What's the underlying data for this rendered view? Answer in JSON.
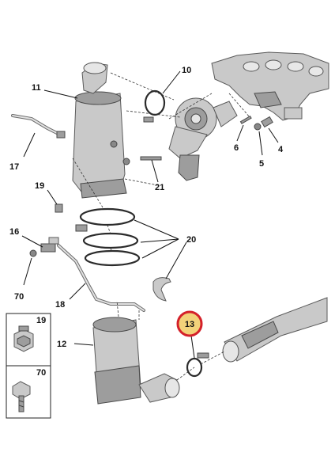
{
  "callouts": {
    "p4": "4",
    "p5": "5",
    "p6": "6",
    "p10": "10",
    "p11": "11",
    "p12": "12",
    "p13": "13",
    "p16": "16",
    "p17": "17",
    "p18": "18",
    "p19": "19",
    "p20": "20",
    "p21": "21",
    "p70": "70"
  },
  "legend": {
    "item_a": "19",
    "item_b": "70"
  },
  "colors": {
    "highlight_ring": "#d4212a",
    "highlight_fill": "#f3d27a",
    "part_fill": "#c9c9c9",
    "line": "#111111"
  }
}
